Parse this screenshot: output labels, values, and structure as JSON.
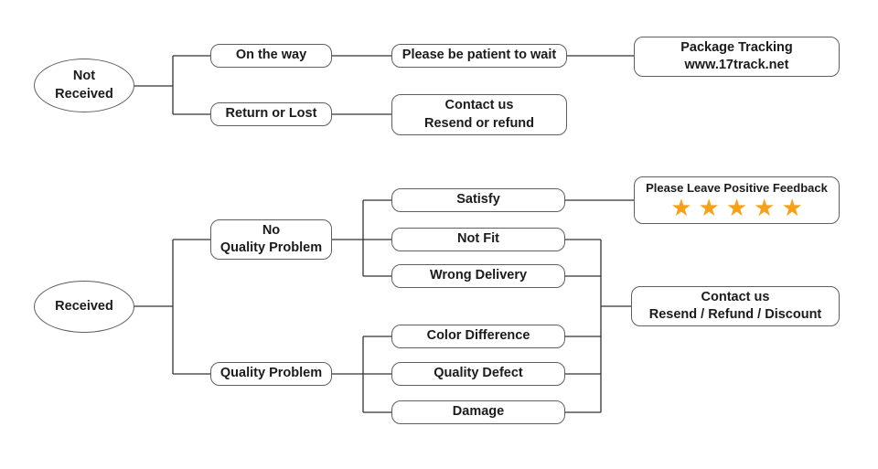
{
  "colors": {
    "star": "#F7A019",
    "line": "#333333",
    "box_border": "#5f5f5f",
    "text": "#1b1b1b"
  },
  "flowchart": {
    "not_received_branch": {
      "root": "Not\nReceived",
      "on_the_way": "On the way",
      "please_be_patient": "Please be patient to wait",
      "package_tracking": "Package Tracking\nwww.17track.net",
      "return_or_lost": "Return or Lost",
      "contact_resend_refund": "Contact us\nResend or refund"
    },
    "received_branch": {
      "root": "Received",
      "no_quality_problem": "No\nQuality Problem",
      "satisfy": "Satisfy",
      "not_fit": "Not Fit",
      "wrong_delivery": "Wrong Delivery",
      "quality_problem": "Quality Problem",
      "color_difference": "Color Difference",
      "quality_defect": "Quality Defect",
      "damage": "Damage",
      "positive_feedback": "Please Leave Positive Feedback",
      "stars": "★★★★★",
      "contact_resend_refund_discount": "Contact us\nResend / Refund / Discount"
    }
  }
}
